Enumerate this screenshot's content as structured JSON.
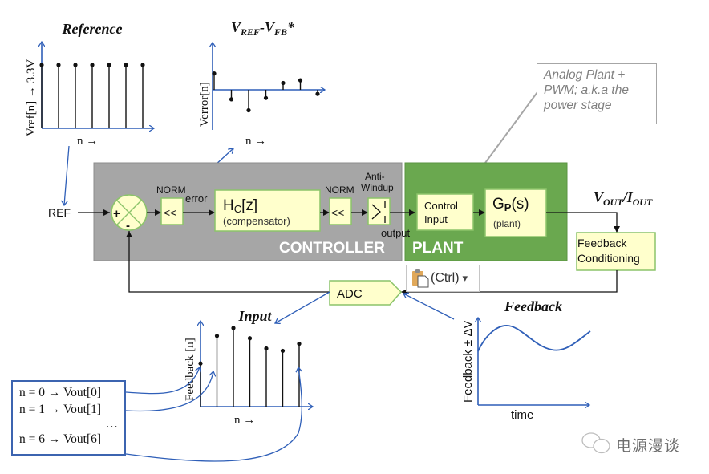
{
  "reference_plot": {
    "title": "Reference",
    "ylabel": "Vref[n] → 3.3V",
    "xlabel": "n →",
    "values": [
      1,
      1,
      1,
      1,
      1,
      1,
      1
    ]
  },
  "error_plot": {
    "title_main": "V",
    "title_sub1": "REF",
    "title_dash": "-V",
    "title_sub2": "FB",
    "title_star": "*",
    "ylabel": "Verror[n]",
    "xlabel": "n →",
    "values": [
      0.6,
      -0.35,
      -0.75,
      -0.3,
      0.25,
      0.35,
      -0.15
    ]
  },
  "callout": {
    "line1": "Analog Plant +",
    "line2a": "PWM; a.k.",
    "line2b": "a the",
    "line3": "power stage"
  },
  "diagram": {
    "ref_label": "REF",
    "sum_plus": "+",
    "sum_minus": "-",
    "norm1_label": "NORM",
    "norm1_symbol": "<<",
    "error_label": "error",
    "comp_title": "H",
    "comp_title_sub": "C",
    "comp_title_tail": "[z]",
    "comp_sub": "(compensator)",
    "norm2_label": "NORM",
    "norm2_symbol": "<<",
    "antiwindup_label1": "Anti-",
    "antiwindup_label2": "Windup",
    "output_label": "output",
    "controller_label": "CONTROLLER",
    "plant_label": "PLANT",
    "control_input1": "Control",
    "control_input2": "Input",
    "plant_title": "G",
    "plant_title_sub": "P",
    "plant_title_tail": "(s)",
    "plant_sub": "(plant)",
    "vout_main1": "V",
    "vout_sub1": "OUT",
    "vout_slash": "/I",
    "vout_sub2": "OUT",
    "fb_cond1": "Feedback",
    "fb_cond2": "Conditioning",
    "adc_label": "ADC",
    "colors": {
      "controller_bg": "#a6a6a6",
      "plant_bg": "#6aa84f",
      "block_fill": "#ffffcc",
      "block_border": "#8cc46a",
      "annotation_blue": "#2f5fb8"
    }
  },
  "paste_button": {
    "label": "(Ctrl)",
    "icon": "clipboard-icon",
    "caret": "▾"
  },
  "input_plot": {
    "title": "Input",
    "ylabel": "Feedback [n]",
    "xlabel": "n →",
    "values": [
      0.55,
      0.9,
      1.0,
      0.87,
      0.74,
      0.71,
      0.8
    ]
  },
  "lookup_box": {
    "rows": [
      "n = 0 → Vout[0]",
      "n = 1 → Vout[1]",
      "…",
      "n = 6 → Vout[6]"
    ]
  },
  "feedback_plot": {
    "title": "Feedback",
    "ylabel": "Feedback ± ΔV",
    "xlabel": "time"
  },
  "watermark": {
    "text": "电源漫谈",
    "icon": "wechat-icon"
  }
}
